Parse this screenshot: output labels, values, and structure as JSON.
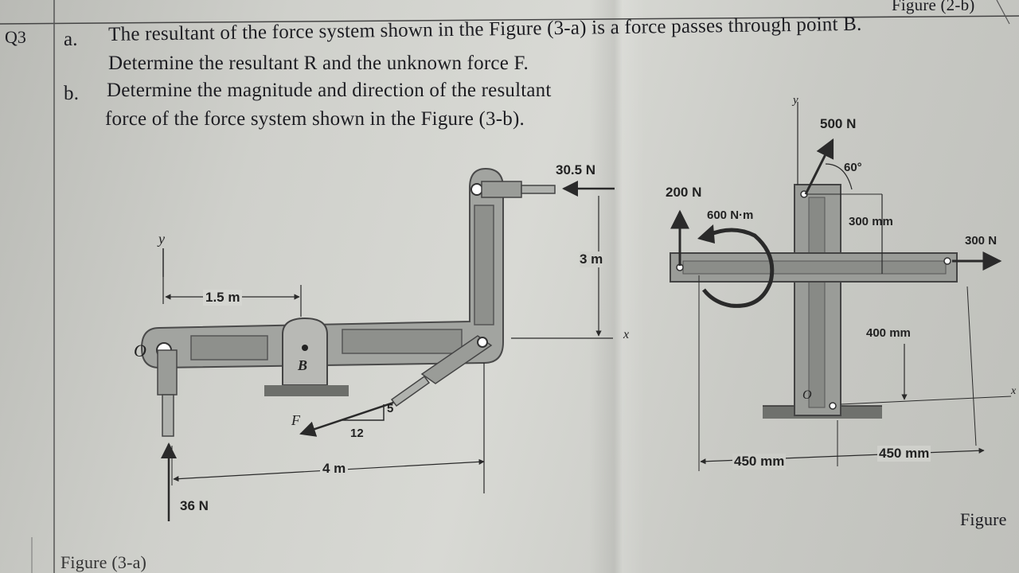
{
  "header": {
    "prev_figure_label": "Figure (2-b)"
  },
  "question": {
    "number": "Q3",
    "part_a_letter": "a.",
    "part_a_line1": "The resultant of the force system shown in the Figure (3-a) is a force passes through point B.",
    "part_a_line2": "Determine the resultant R and the unknown force F.",
    "part_b_letter": "b.",
    "part_b_line1": "Determine the magnitude and direction of the resultant",
    "part_b_line2": "force of the force system shown in the Figure (3-b)."
  },
  "figure_a": {
    "y_axis": "y",
    "dim_horizontal_top": "1.5 m",
    "force_top": "30.5 N",
    "dim_vertical": "3 m",
    "x_axis": "x",
    "origin": "O",
    "point_b": "B",
    "force_f": "F",
    "slope_rise": "5",
    "slope_run": "12",
    "dim_horizontal_bottom": "4 m",
    "force_bottom": "36 N",
    "caption": "Figure (3-a)"
  },
  "figure_b": {
    "y_axis": "y",
    "force_500": "500 N",
    "angle": "60°",
    "force_200": "200 N",
    "couple": "600 N·m",
    "dim_300": "300 mm",
    "force_300": "300 N",
    "dim_400": "400 mm",
    "origin": "O",
    "dim_left": "450 mm",
    "dim_right": "450 mm",
    "x_axis": "x",
    "caption": "Figure"
  },
  "colors": {
    "paper": "#d8d9d4",
    "ink": "#1d1d22",
    "member_fill": "#9a9c98",
    "member_edge": "#555",
    "arrow": "#2a2a2a"
  }
}
